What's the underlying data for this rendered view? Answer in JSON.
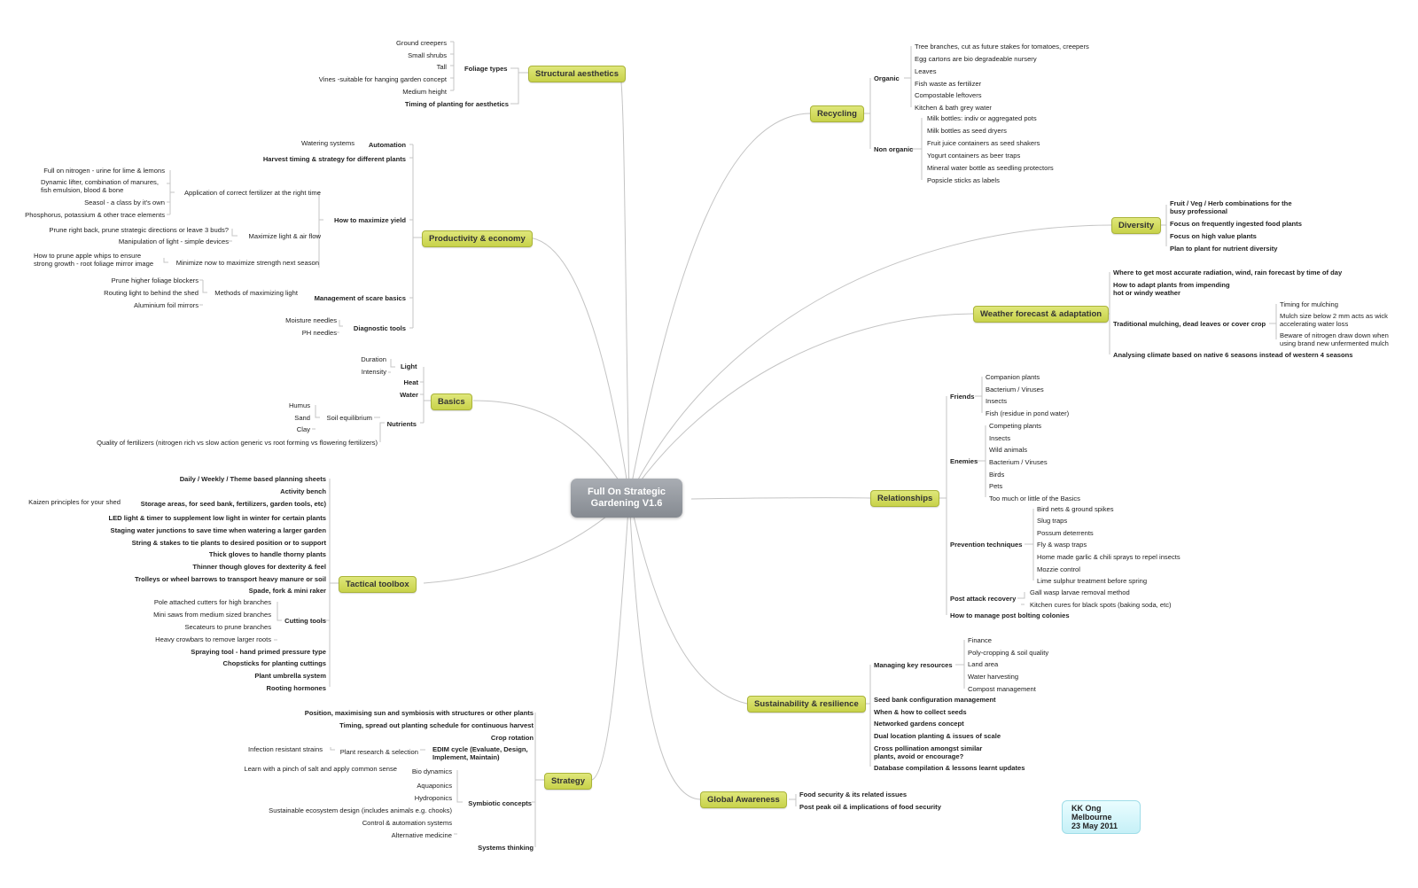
{
  "central": {
    "line1": "Full On Strategic",
    "line2": "Gardening V1.6"
  },
  "author": {
    "name": "KK Ong",
    "city": "Melbourne",
    "date": "23 May 2011"
  },
  "topics": {
    "structural": "Structural aesthetics",
    "productivity": "Productivity & economy",
    "basics": "Basics",
    "tactical": "Tactical toolbox",
    "strategy": "Strategy",
    "recycling": "Recycling",
    "diversity": "Diversity",
    "weather": "Weather forecast & adaptation",
    "relationships": "Relationships",
    "sustainability": "Sustainability & resilience",
    "global": "Global Awareness"
  },
  "structural": {
    "foliage": "Foliage types",
    "foliage_items": [
      "Ground creepers",
      "Small shrubs",
      "Tall",
      "Vines -suitable for hanging garden concept",
      "Medium height"
    ],
    "timing": "Timing of planting for aesthetics"
  },
  "productivity": {
    "automation": "Automation",
    "watering": "Watering systems",
    "harvest": "Harvest timing & strategy for different plants",
    "maximize": "How to maximize yield",
    "fertilizer": "Application of correct fertilizer at the right time",
    "fert_items": [
      "Full on nitrogen - urine for lime & lemons",
      "Dynamic lifter, combination of manures,",
      "fish emulsion, blood & bone",
      "Seasol - a class by it's own",
      "Phosphorus, potassium & other trace elements"
    ],
    "light": "Maximize light & air flow",
    "light_items": [
      "Prune right back, prune strategic directions or leave 3 buds?",
      "Manipulation of light - simple devices"
    ],
    "minimize": "Minimize now to maximize strength next season",
    "minimize_items": [
      "How to prune apple whips to ensure",
      "strong growth - root foliage mirror image"
    ],
    "scarce": "Management of scare basics",
    "methods": "Methods of maximizing light",
    "methods_items": [
      "Prune higher foliage blockers",
      "Routing light to behind the shed",
      "Aluminium foil mirrors"
    ],
    "diagnostic": "Diagnostic tools",
    "diag_items": [
      "Moisture needles",
      "PH needles"
    ]
  },
  "basics": {
    "light": "Light",
    "light_items": [
      "Duration",
      "Intensity"
    ],
    "heat": "Heat",
    "water": "Water",
    "nutrients": "Nutrients",
    "soil": "Soil equilibrium",
    "soil_items": [
      "Humus",
      "Sand",
      "Clay"
    ],
    "quality": "Quality of fertilizers (nitrogen rich vs slow action generic vs root forming vs flowering fertilizers)"
  },
  "tactical": {
    "items": [
      "Daily / Weekly / Theme based planning sheets",
      "Activity bench",
      "Storage areas, for seed bank, fertilizers, garden tools, etc)",
      "LED light & timer to supplement low light in winter for certain plants",
      "Staging water junctions to save time when watering a larger garden",
      "String & stakes to tie plants to desired position or to support",
      "Thick gloves to handle thorny plants",
      "Thinner though gloves for dexterity & feel",
      "Trolleys or wheel barrows to transport heavy manure or soil",
      "Spade, fork & mini raker"
    ],
    "kaizen": "Kaizen principles for your shed",
    "cutting": "Cutting tools",
    "cutting_items": [
      "Pole attached cutters for high branches",
      "Mini saws from medium sized branches",
      "Secateurs to prune branches",
      "Heavy crowbars to remove larger roots"
    ],
    "items2": [
      "Spraying tool - hand primed pressure type",
      "Chopsticks for planting cuttings",
      "Plant umbrella system",
      "Rooting hormones"
    ]
  },
  "strategy": {
    "items": [
      "Position, maximising sun and symbiosis with structures or other plants",
      "Timing, spread out planting schedule for continuous harvest",
      "Crop rotation"
    ],
    "edim1": "EDIM cycle (Evaluate, Design,",
    "edim2": "Implement, Maintain)",
    "research": "Plant research & selection",
    "infection": "Infection resistant strains",
    "symbiotic": "Symbiotic concepts",
    "sym_items": [
      "Bio dynamics",
      "Aquaponics",
      "Hydroponics",
      "Sustainable ecosystem design (includes animals e.g. chooks)",
      "Control & automation systems",
      "Alternative medicine"
    ],
    "salt": "Learn with a pinch of salt and apply common sense",
    "systems": "Systems thinking"
  },
  "recycling": {
    "organic": "Organic",
    "organic_items": [
      "Tree branches, cut as future stakes for tomatoes, creepers",
      "Egg cartons are bio degradeable nursery",
      "Leaves",
      "Fish waste as fertilizer",
      "Compostable leftovers",
      "Kitchen & bath grey water"
    ],
    "nonorganic": "Non organic",
    "nonorganic_items": [
      "Milk bottles: indiv or aggregated pots",
      "Milk bottles as seed dryers",
      "Fruit juice containers as seed shakers",
      "Yogurt containers as beer traps",
      "Mineral water bottle as seedling protectors",
      "Popsicle sticks as labels"
    ]
  },
  "diversity": {
    "items": [
      "Fruit / Veg / Herb combinations for the",
      "busy professional",
      "Focus on frequently ingested food plants",
      "Focus on high value plants",
      "Plan to plant for nutrient diversity"
    ]
  },
  "weather": {
    "where": "Where to get most accurate radiation, wind, rain forecast by time of day",
    "adapt1": "How to adapt plants from impending",
    "adapt2": "hot or windy weather",
    "mulching": "Traditional mulching, dead leaves or cover crop",
    "mulch_items": [
      "Timing for mulching",
      "Mulch size below 2 mm acts as wick",
      "accelerating water loss",
      "Beware of nitrogen draw down when",
      "using brand new unfermented mulch"
    ],
    "climate": "Analysing climate based on native 6 seasons instead of western 4 seasons"
  },
  "relationships": {
    "friends": "Friends",
    "friends_items": [
      "Companion plants",
      "Bacterium / Viruses",
      "Insects",
      "Fish (residue in pond water)"
    ],
    "enemies": "Enemies",
    "enemies_items": [
      "Competing plants",
      "Insects",
      "Wild animals",
      "Bacterium / Viruses",
      "Birds",
      "Pets",
      "Too much or little of the Basics"
    ],
    "prevention": "Prevention techniques",
    "prevention_items": [
      "Bird nets & ground spikes",
      "Slug traps",
      "Possum deterrents",
      "Fly & wasp traps",
      "Home made garlic & chili sprays to repel insects",
      "Mozzie control",
      "Lime sulphur treatment before spring"
    ],
    "post": "Post attack recovery",
    "post_items": [
      "Gall wasp larvae removal method",
      "Kitchen cures for black spots (baking soda, etc)"
    ],
    "bolting": "How to manage post bolting colonies"
  },
  "sustainability": {
    "managing": "Managing key resources",
    "managing_items": [
      "Finance",
      "Poly-cropping & soil quality",
      "Land area",
      "Water harvesting",
      "Compost management"
    ],
    "items": [
      "Seed bank configuration management",
      "When & how to collect seeds",
      "Networked gardens concept",
      "Dual location planting & issues of scale"
    ],
    "cross1": "Cross pollination amongst similar",
    "cross2": "plants, avoid or encourage?",
    "database": "Database compilation & lessons learnt updates"
  },
  "global": {
    "items": [
      "Food security & its related issues",
      "Post peak oil & implications of food security"
    ]
  },
  "colors": {
    "topic": "#c8d24a",
    "central": "#8a8f96",
    "line": "#c4c4c4",
    "author_fill": "#d6f6fb"
  }
}
